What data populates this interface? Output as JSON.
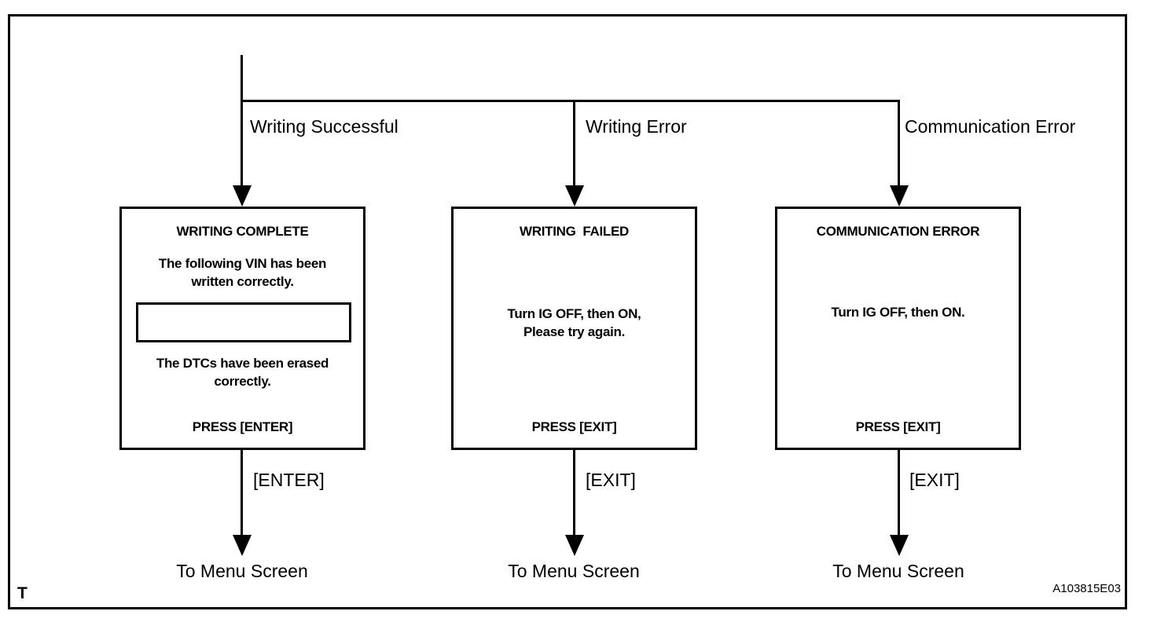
{
  "diagram": {
    "corner_mark": "T",
    "figure_code": "A103815E03",
    "colors": {
      "ink": "#000000",
      "background": "#ffffff"
    },
    "branches": [
      {
        "condition": "Writing Successful",
        "screen": {
          "title": "WRITING COMPLETE",
          "message_top": "The following VIN has been\nwritten correctly.",
          "vin_field_value": "",
          "message_bottom": "The DTCs have been erased\ncorrectly.",
          "press_instruction": "PRESS [ENTER]"
        },
        "key": "[ENTER]",
        "destination": "To Menu Screen"
      },
      {
        "condition": "Writing Error",
        "screen": {
          "title": "WRITING  FAILED",
          "message": "Turn IG OFF, then ON,\nPlease try again.",
          "press_instruction": "PRESS [EXIT]"
        },
        "key": "[EXIT]",
        "destination": "To Menu Screen"
      },
      {
        "condition": "Communication Error",
        "screen": {
          "title": "COMMUNICATION ERROR",
          "message": "Turn IG OFF, then ON.",
          "press_instruction": "PRESS [EXIT]"
        },
        "key": "[EXIT]",
        "destination": "To Menu Screen"
      }
    ]
  }
}
